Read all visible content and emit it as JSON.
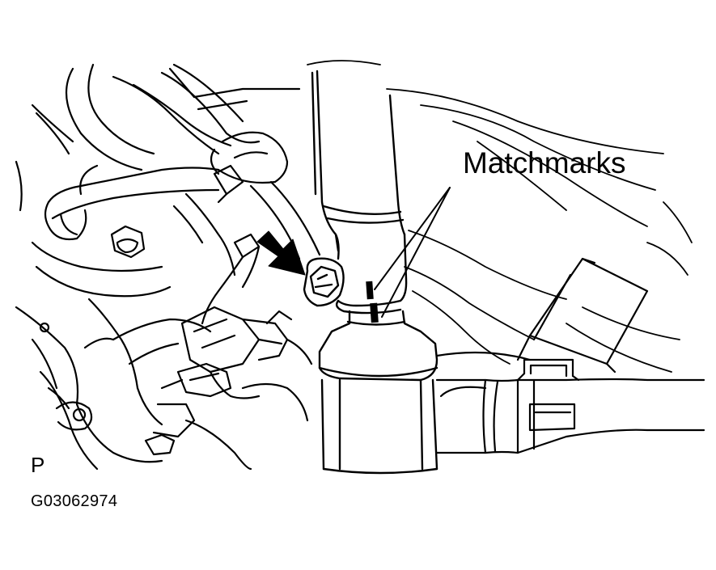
{
  "figure": {
    "callout_label": "Matchmarks",
    "view_letter": "P",
    "figure_id": "G03062974"
  },
  "icons": {
    "arrow": "bold-arrow-icon",
    "bolt": "hex-bolt-icon"
  },
  "colors": {
    "line": "#000000",
    "background": "#ffffff"
  }
}
